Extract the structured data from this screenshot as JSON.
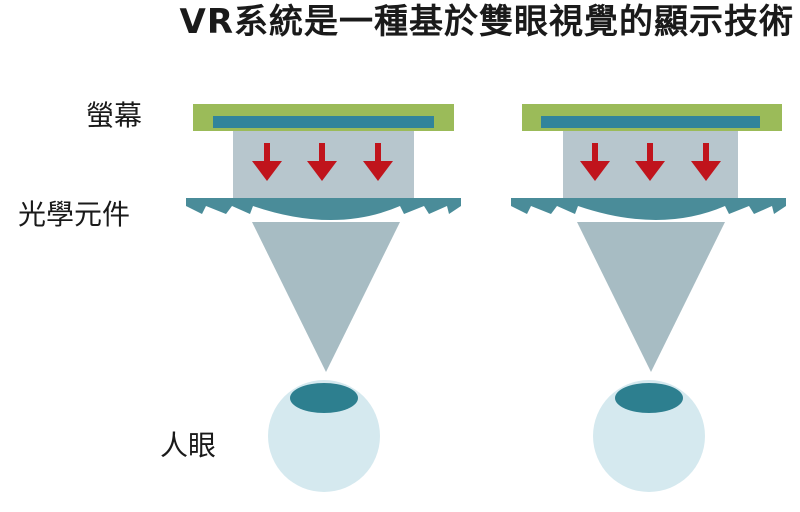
{
  "title": "VR系統是一種基於雙眼視覺的顯示技術",
  "labels": {
    "screen": "螢幕",
    "optics": "光學元件",
    "eye": "人眼"
  },
  "colors": {
    "screen_frame": "#9bbb59",
    "screen_panel": "#31849b",
    "light_box": "#b7c6cd",
    "arrow": "#c0141c",
    "lens": "#4a8c99",
    "light_cone": "#a7bcc3",
    "eyeball": "#d5e9ef",
    "pupil": "#2d7f8f"
  },
  "icons": [
    "down-arrow-icon"
  ]
}
